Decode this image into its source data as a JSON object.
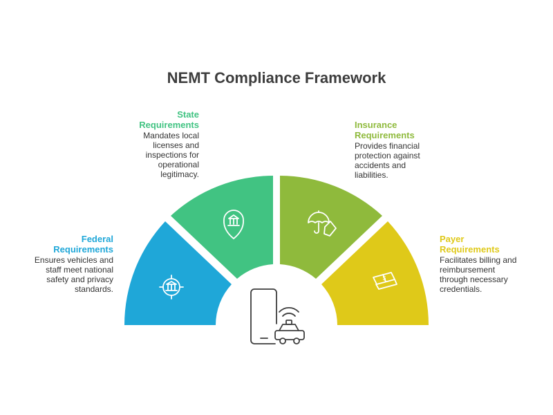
{
  "title": "NEMT Compliance Framework",
  "colors": {
    "federal": "#1fa7d8",
    "state": "#41c382",
    "insurance": "#8fba3c",
    "payer": "#dfc919",
    "title": "#3d3d3d",
    "text": "#333333",
    "icon_stroke": "#ffffff",
    "center_icon": "#3d3d3d"
  },
  "center": {
    "icon": "smartphone-with-taxi-icon"
  },
  "segments": {
    "federal": {
      "title_line1": "Federal",
      "title_line2": "Requirements",
      "desc": [
        "Ensures vehicles and",
        "staff meet national",
        "safety and privacy",
        "standards."
      ],
      "icon": "government-building-target-icon"
    },
    "state": {
      "title_line1": "State",
      "title_line2": "Requirements",
      "desc": [
        "Mandates local",
        "licenses and",
        "inspections for",
        "operational",
        "legitimacy."
      ],
      "icon": "government-location-pin-icon"
    },
    "insurance": {
      "title_line1": "Insurance",
      "title_line2": "Requirements",
      "desc": [
        "Provides financial",
        "protection against",
        "accidents and",
        "liabilities."
      ],
      "icon": "umbrella-hand-icon"
    },
    "payer": {
      "title_line1": "Payer",
      "title_line2": "Requirements",
      "desc": [
        "Facilitates billing and",
        "reimbursement",
        "through necessary",
        "credentials."
      ],
      "icon": "payment-card-icon"
    }
  }
}
